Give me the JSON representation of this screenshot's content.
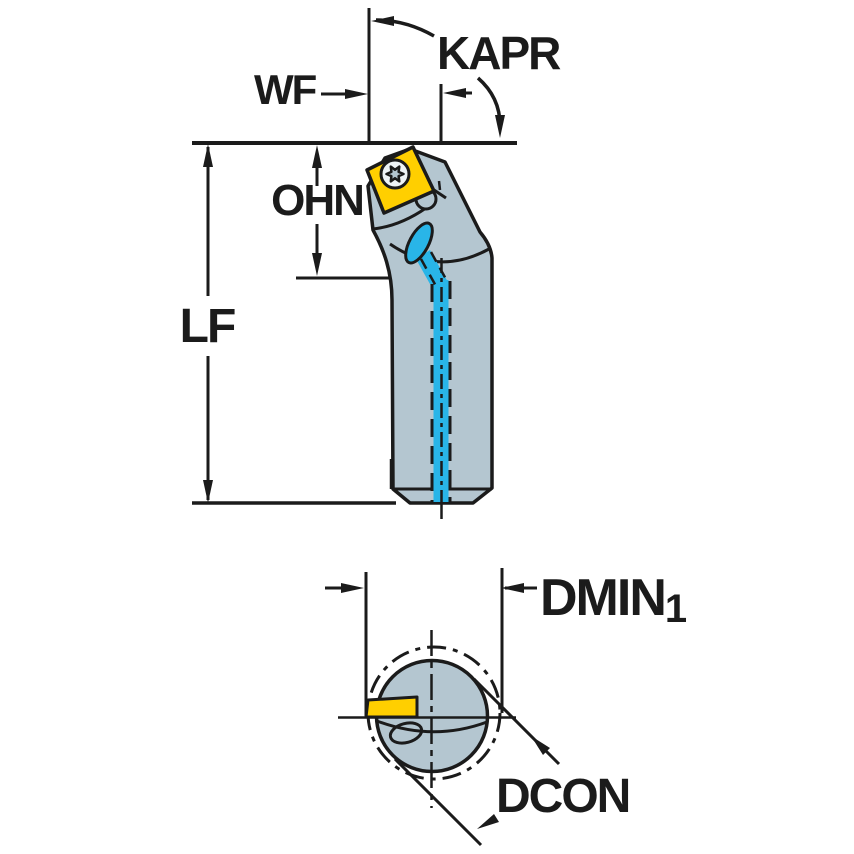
{
  "drawing": {
    "title": "Tool holder dimensional drawing (side view and end view)",
    "background": "#ffffff",
    "colors": {
      "outline": "#1b1b1b",
      "body": "#b4c6d0",
      "insert_yellow": "#ffcf00",
      "coolant_cyan": "#29b5e8",
      "screw_face": "#eef3f6"
    },
    "side_view": {
      "labels": {
        "wf": "WF",
        "kapr": "KAPR",
        "ohn": "OHN",
        "lf": "LF"
      }
    },
    "end_view": {
      "labels": {
        "dmin": "DMIN",
        "dmin_sub": "1",
        "dcon": "DCON"
      }
    }
  }
}
